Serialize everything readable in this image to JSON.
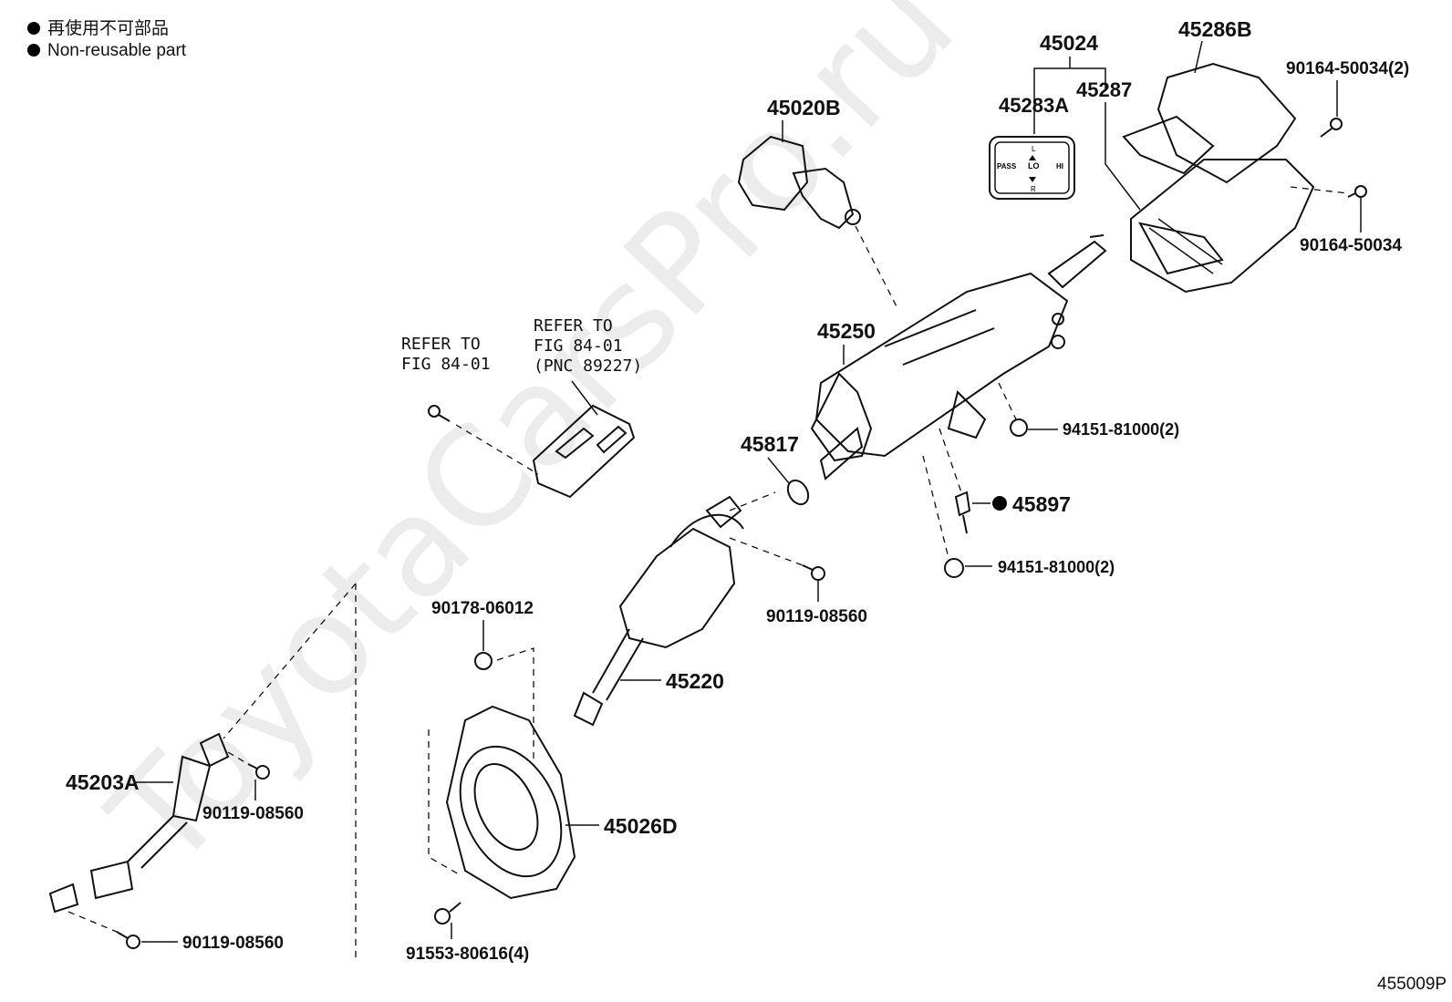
{
  "legend": {
    "jp": "再使用不可部品",
    "en": "Non-reusable part"
  },
  "watermark": "ToyotaCarsPro.ru",
  "figure_id": "455009P",
  "callouts": {
    "p45024": "45024",
    "p45286B": "45286B",
    "p90164_2": "90164-50034(2)",
    "p45020B": "45020B",
    "p45283A": "45283A",
    "p45287": "45287",
    "p90164": "90164-50034",
    "p45250": "45250",
    "p94151_a": "94151-81000(2)",
    "p45817": "45817",
    "p45897": "45897",
    "p94151_b": "94151-81000(2)",
    "p90119_a": "90119-08560",
    "p90178": "90178-06012",
    "p45220": "45220",
    "p45203A": "45203A",
    "p90119_b": "90119-08560",
    "p45026D": "45026D",
    "p90119_c": "90119-08560",
    "p91553": "91553-80616(4)"
  },
  "refer1": {
    "l1": "REFER TO",
    "l2": "FIG 84-01"
  },
  "refer2": {
    "l1": "REFER TO",
    "l2": "FIG 84-01",
    "l3": "(PNC 89227)"
  },
  "switch_label": {
    "top": "L",
    "left": "PASS",
    "center": "LO",
    "right": "HI",
    "bottom": "R"
  }
}
